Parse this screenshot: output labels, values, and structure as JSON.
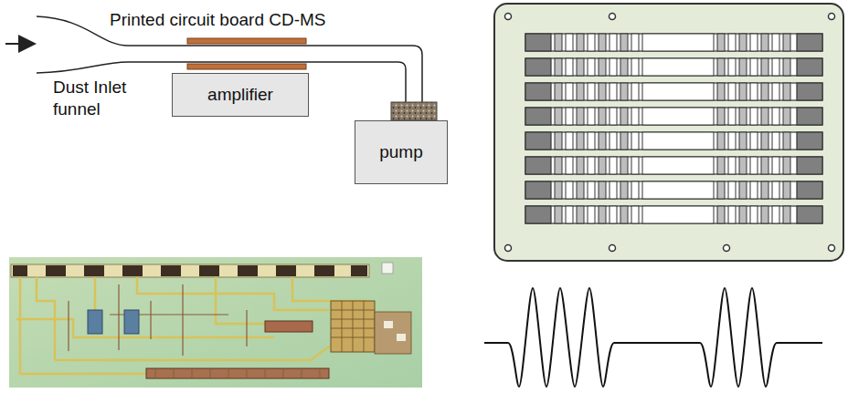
{
  "diagram": {
    "nodes": [
      {
        "text": [
          "amplifier"
        ]
      },
      {
        "text": [
          "pump"
        ]
      }
    ],
    "labels": [
      "Printed circuit board CD-MS",
      "Dust Inlet funnel"
    ]
  }
}
